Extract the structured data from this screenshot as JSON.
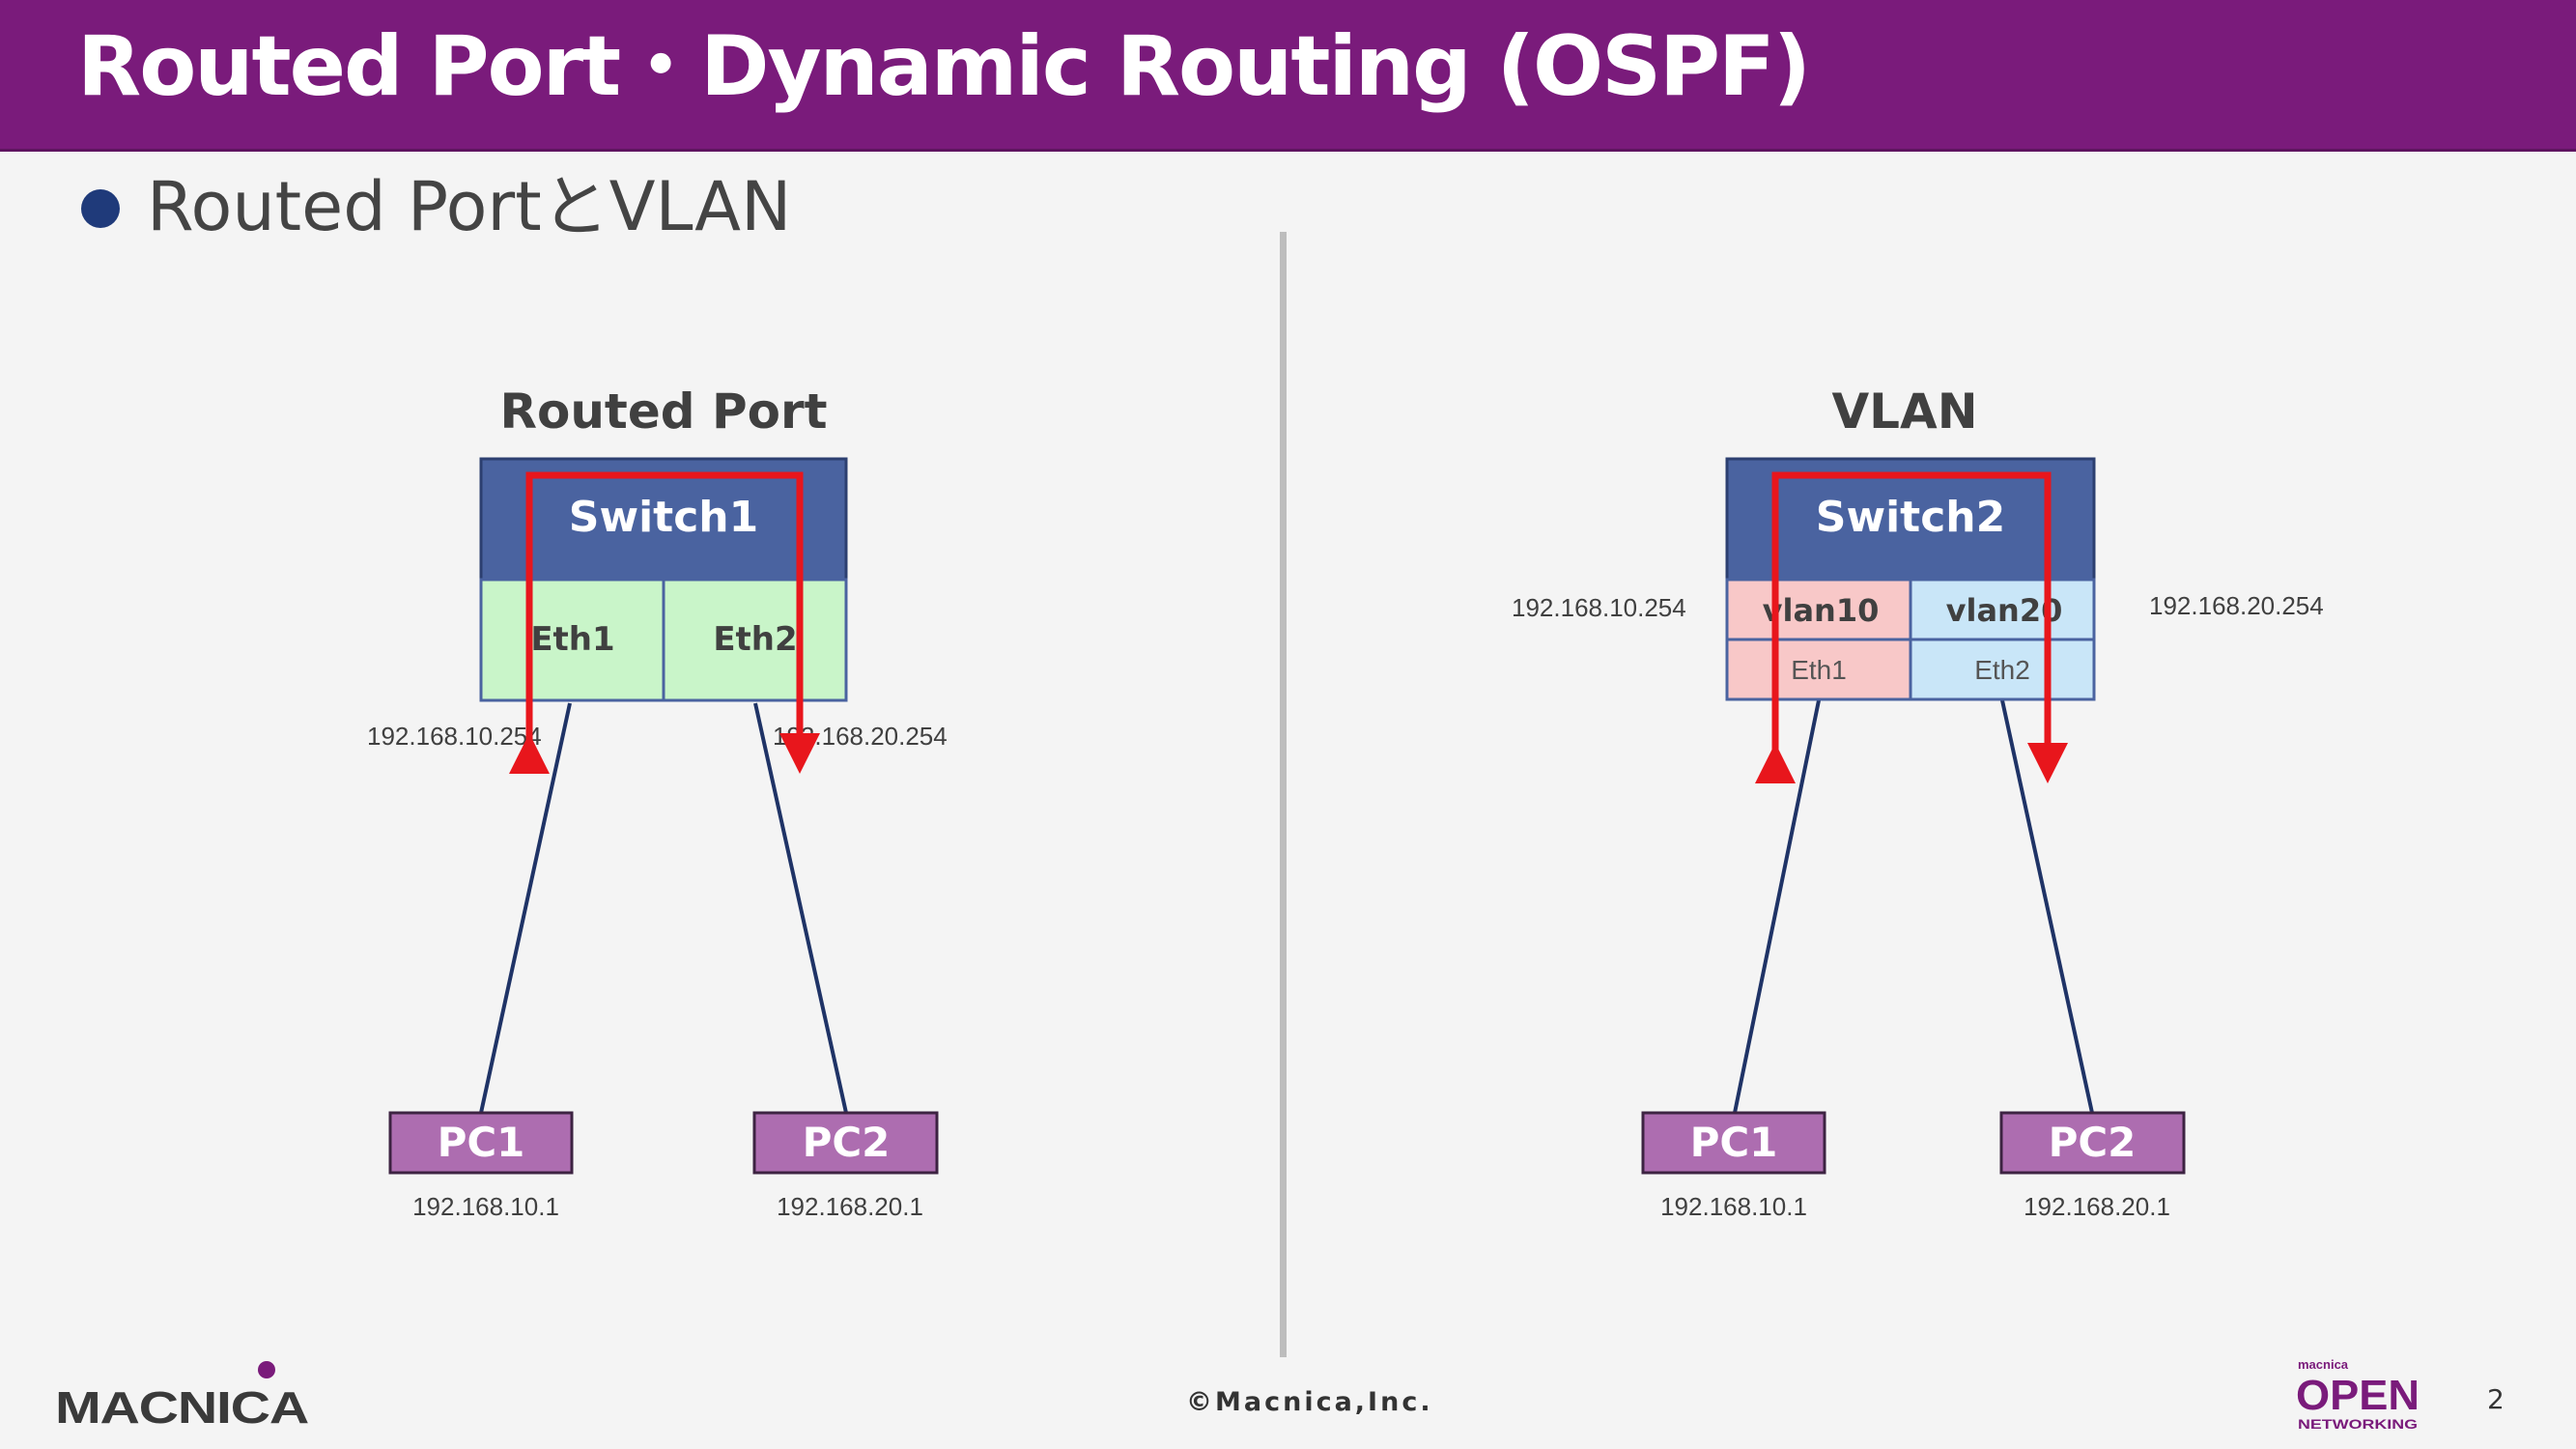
{
  "slide": {
    "title": "Routed Port・Dynamic Routing (OSPF)",
    "subtitle": "Routed PortとVLAN",
    "page_number": "2",
    "copyright": "©Macnica,Inc."
  },
  "left_diagram": {
    "title": "Routed Port",
    "switch_label": "Switch1",
    "ports": [
      "Eth1",
      "Eth2"
    ],
    "port_ips": [
      "192.168.10.254",
      "192.168.20.254"
    ],
    "pcs": [
      {
        "label": "PC1",
        "ip": "192.168.10.1"
      },
      {
        "label": "PC2",
        "ip": "192.168.20.1"
      }
    ]
  },
  "right_diagram": {
    "title": "VLAN",
    "switch_label": "Switch2",
    "vlans": [
      "vlan10",
      "vlan20"
    ],
    "ports": [
      "Eth1",
      "Eth2"
    ],
    "vlan_ips": [
      "192.168.10.254",
      "192.168.20.254"
    ],
    "pcs": [
      {
        "label": "PC1",
        "ip": "192.168.10.1"
      },
      {
        "label": "PC2",
        "ip": "192.168.20.1"
      }
    ]
  },
  "logos": {
    "left": "MACNICA",
    "right_small": "macnica",
    "right_big": "OPEN",
    "right_sub": "NETWORKING"
  },
  "colors": {
    "title_bar": "#7a1b7b",
    "switch_header": "#4a63a0",
    "routed_port": "#c9f5c9",
    "vlan10": "#f8c8c8",
    "vlan20": "#c9e6f8",
    "pc_box": "#ad6db0",
    "arrow": "#e8161c",
    "link": "#1f3366"
  }
}
